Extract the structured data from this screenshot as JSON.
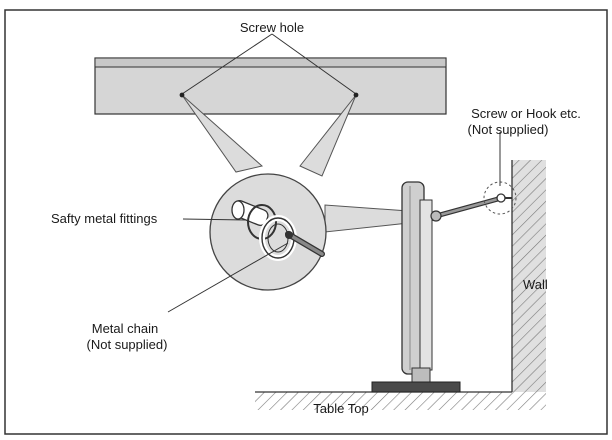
{
  "labels": {
    "screw_hole": "Screw hole",
    "screw_or_hook_line1": "Screw or Hook etc.",
    "screw_or_hook_line2": "(Not supplied)",
    "safety_fittings": "Safty metal fittings",
    "metal_chain_line1": "Metal chain",
    "metal_chain_line2": "(Not supplied)",
    "wall": "Wall",
    "table_top": "Table Top"
  },
  "colors": {
    "frame": "#333333",
    "tv_back": "#d9d9d9",
    "callout_fill": "#dcdcdc",
    "wall_fill": "#e2e2e2",
    "line": "#3a3a3a",
    "hatch": "#7a7a7a"
  }
}
